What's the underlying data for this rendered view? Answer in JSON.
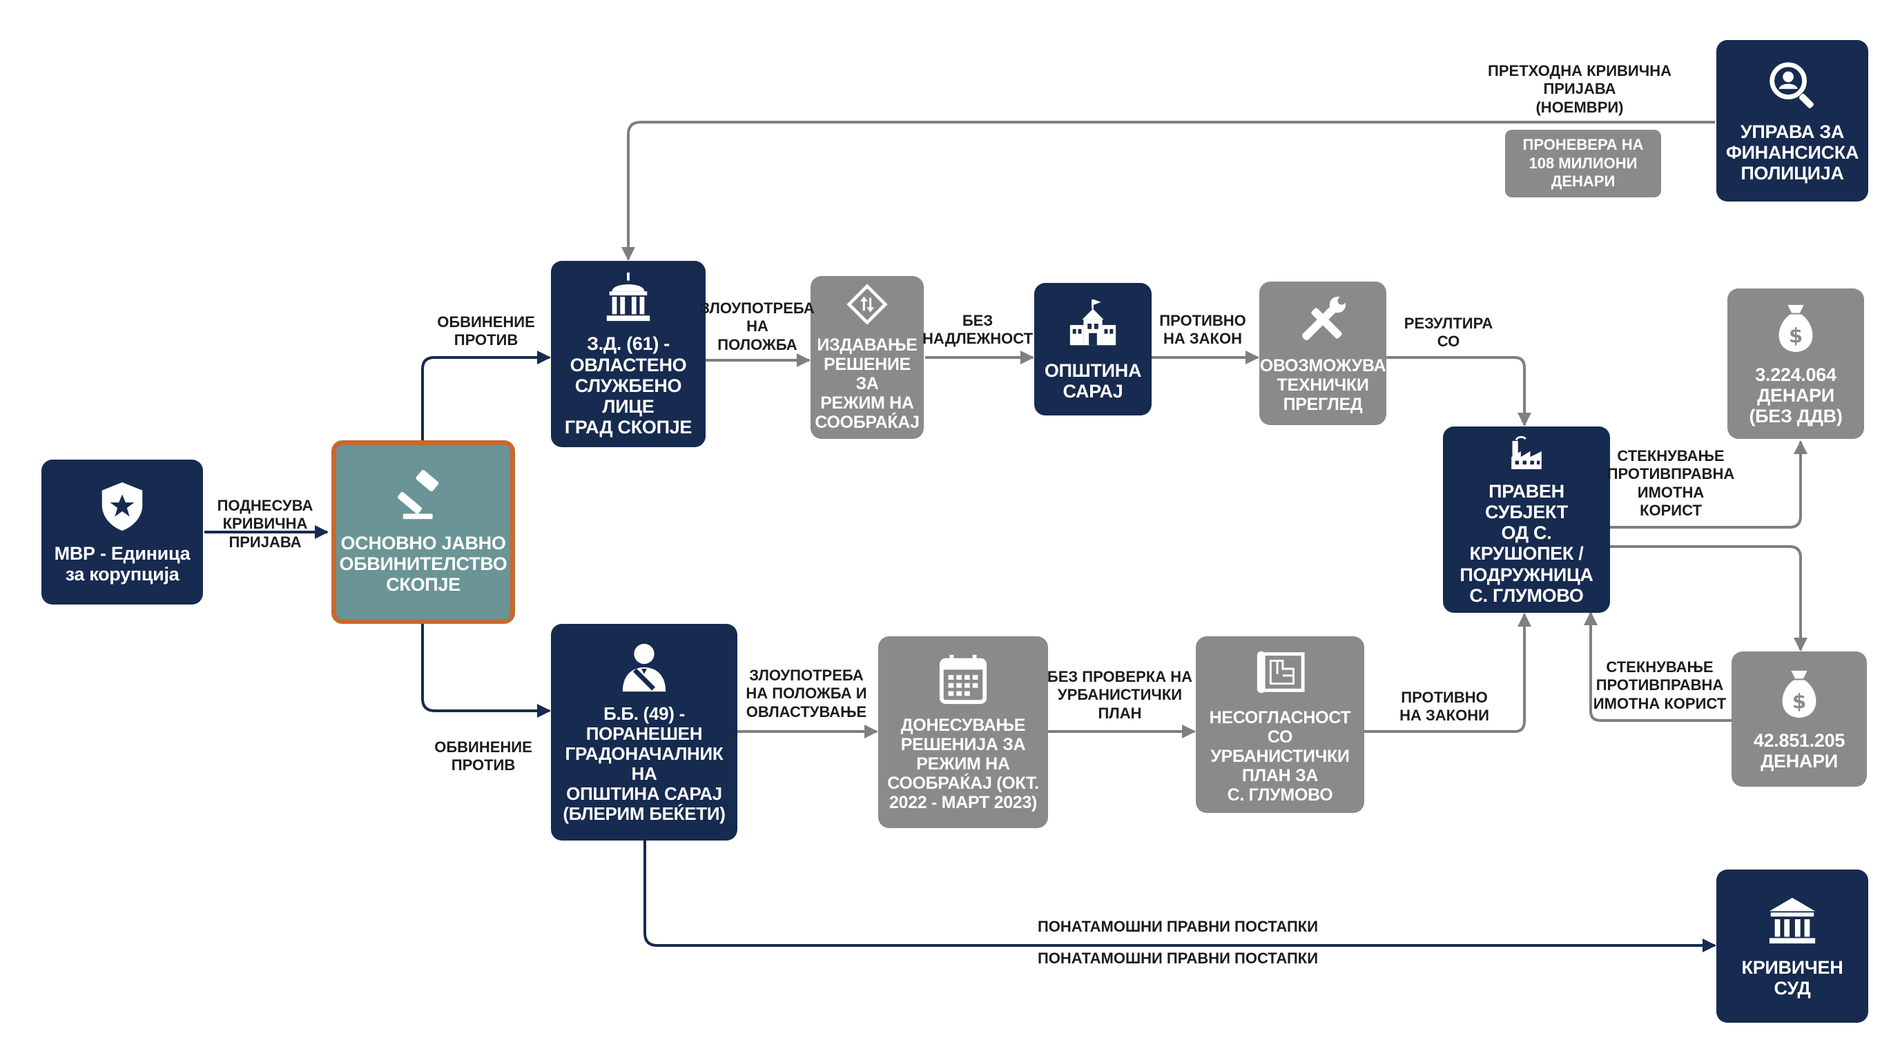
{
  "colors": {
    "navy": "#172a4f",
    "gray": "#8a8a8a",
    "teal": "#6b9496",
    "highlight_border": "#c7692f",
    "arrow": "#7f7f7f"
  },
  "nodes": {
    "mvr": {
      "icon": "police-badge-icon",
      "text": "МВР - Единица\nза корупција"
    },
    "prosecutor": {
      "icon": "gavel-icon",
      "text": "ОСНОВНО ЈАВНО\nОБВИНИТЕЛСТВО\nСКОПЈЕ"
    },
    "zd": {
      "icon": "government-building-icon",
      "text": "З.Д. (61) -\nОВЛАСТЕНО\nСЛУЖБЕНО ЛИЦЕ\nГРАД СКОПЈЕ"
    },
    "izdavanje": {
      "icon": "traffic-sign-icon",
      "text": "ИЗДАВАЊЕ\nРЕШЕНИЕ ЗА\nРЕЖИМ НА\nСООБРАЌАЈ"
    },
    "opstina": {
      "icon": "city-hall-icon",
      "text": "ОПШТИНА\nСАРАЈ"
    },
    "ovozmozuva": {
      "icon": "tools-icon",
      "text": "ОВОЗМОЖУВА\nТЕХНИЧКИ\nПРЕГЛЕД"
    },
    "pravensubjekt": {
      "icon": "factory-icon",
      "text": "ПРАВЕН СУБЈЕКТ\nОД С. КРУШОПЕК /\nПОДРУЖНИЦА\nС. ГЛУМОВО"
    },
    "ufp": {
      "icon": "magnifier-person-icon",
      "text": "УПРАВА ЗА\nФИНАНСИСКА\nПОЛИЦИЈА"
    },
    "money1": {
      "icon": "money-bag-icon",
      "text": "3.224.064\nДЕНАРИ\n(БЕЗ ДДВ)"
    },
    "money2": {
      "icon": "money-bag-icon",
      "text": "42.851.205\nДЕНАРИ"
    },
    "bb": {
      "icon": "mayor-icon",
      "text": "Б.Б. (49) -\nПОРАНЕШЕН\nГРАДОНАЧАЛНИК НА\nОПШТИНА САРАЈ\n(БЛЕРИМ БЕЌЕТИ)"
    },
    "donesuvanje": {
      "icon": "calendar-icon",
      "text": "ДОНЕСУВАЊЕ\nРЕШЕНИЈА ЗА\nРЕЖИМ НА\nСООБРАЌАЈ (ОКТ.\n2022 - МАРТ 2023)"
    },
    "nesoglasnost": {
      "icon": "blueprint-icon",
      "text": "НЕСОГЛАСНОСТ СО\nУРБАНИСТИЧКИ\nПЛАН ЗА\nС. ГЛУМОВО"
    },
    "sud": {
      "icon": "courthouse-icon",
      "text": "КРИВИЧЕН СУД"
    }
  },
  "edge_labels": {
    "podnesuva": "ПОДНЕСУВА\nКРИВИЧНА\nПРИЈАВА",
    "obvinenie_top": "ОБВИНЕНИЕ\nПРОТИВ",
    "obvinenie_bottom": "ОБВИНЕНИЕ\nПРОТИВ",
    "zloupotreba_top": "ЗЛОУПОТРЕБА\nНА\nПОЛОЖБА",
    "bez_nadleznost": "БЕЗ\nНАДЛЕЖНОСТ",
    "protivno_zakon": "ПРОТИВНО\nНА ЗАКОН",
    "rezultira": "РЕЗУЛТИРА\nСО",
    "stekn1": "СТЕКНУВАЊЕ\nПРОТИВПРАВНА\nИМОТНА\nКОРИСТ",
    "stekn2": "СТЕКНУВАЊЕ\nПРОТИВПРАВНА\nИМОТНА КОРИСТ",
    "prethodna": "ПРЕТХОДНА КРИВИЧНА\nПРИЈАВА\n(НОЕМВРИ)",
    "zloupotreba_bottom": "ЗЛОУПОТРЕБА\nНА ПОЛОЖБА И\nОВЛАСТУВАЊЕ",
    "bez_proverka": "БЕЗ ПРОВЕРКА НА\nУРБАНИСТИЧКИ\nПЛАН",
    "protivno_zakoni": "ПРОТИВНО\nНА ЗАКОНИ",
    "ponatamosni_1": "ПОНАТАМОШНИ ПРАВНИ ПОСТАПКИ",
    "ponatamosni_2": "ПОНАТАМОШНИ ПРАВНИ ПОСТАПКИ"
  },
  "badges": {
    "pronevera": "ПРОНЕВЕРА НА\n108 МИЛИОНИ\nДЕНАРИ"
  }
}
